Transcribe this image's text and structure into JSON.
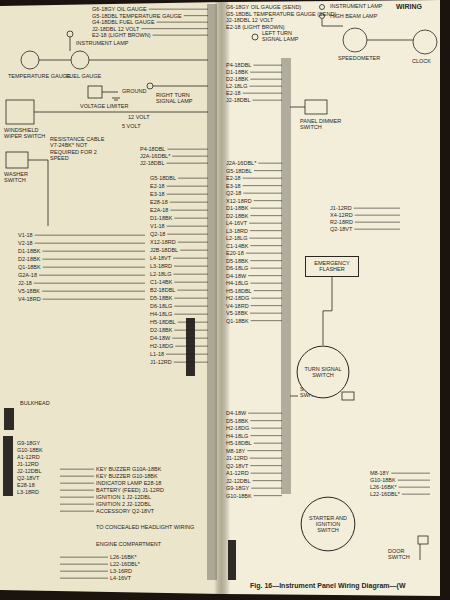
{
  "diagram": {
    "caption": "Fig. 16—Instrument Panel Wiring Diagram—(W",
    "nodes": [
      {
        "text": [
          "EMERGENCY FLASHER"
        ]
      },
      {
        "text": [
          "TURN SIGNAL SWITCH"
        ]
      },
      {
        "text": [
          "STARTER AND IGNITION SWITCH"
        ]
      }
    ],
    "edges": [
      {
        "from": 0,
        "to": 1,
        "arrow": "none"
      }
    ],
    "labels": [
      "G6-18GY OIL GAUGE",
      "G5-18DBL TEMPERATURE GAUGE",
      "G4-18DBL FUEL GAUGE",
      "J2-18DBL 12 VOLT",
      "E2-18 (LIGHT BROWN)",
      "INSTRUMENT LAMP",
      "TEMPERATURE GAUGE",
      "FUEL GAUGE",
      "VOLTAGE LIMITER",
      "GROUND",
      "12 VOLT",
      "5 VOLT",
      "RIGHT TURN SIGNAL LAMP",
      "WINDSHIELD WIPER SWITCH",
      "RESISTANCE CABLE V7-24BK* NOT REQUIRED FOR 2 SPEED",
      "WASHER SWITCH",
      "P4-18DBL",
      "J2A-16DBL*",
      "J2-18DBL",
      "G5-18DBL",
      "E2-18",
      "E3-18",
      "E28-18",
      "E2A-18",
      "D1-18BK",
      "V1-18",
      "Q2-18",
      "X12-18RD",
      "J2B-18DBL",
      "L4-18VT",
      "L3-18RD",
      "L2-18LG",
      "C1-14BK",
      "B2-18DBL",
      "D5-18BK",
      "D6-18LG",
      "H4-18LG",
      "H5-18DBL",
      "D2-18BK",
      "D4-18W",
      "H2-18DG",
      "L1-18",
      "J1-12RD",
      "V1-18",
      "V2-18",
      "D1-18BK",
      "D2-18BK",
      "Q1-18BK",
      "G2A-18",
      "J2-18",
      "V5-18BK",
      "V4-18RD",
      "BULKHEAD",
      "G9-18GY",
      "G10-18BK",
      "A1-12RD",
      "J1-12RD",
      "J2-12DBL",
      "Q2-18VT",
      "E28-18",
      "L3-18RD",
      "KEY BUZZER G10A-18BK",
      "KEY BUZZER G10-18BK",
      "INDICATOR LAMP E28-18",
      "BATTERY (FEED) J1-12RD",
      "IGNITION 1 J2-12DBL",
      "IGNITION 2 J2-12DBL",
      "ACCESSORY Q2-18VT",
      "TO CONCEALED HEADLIGHT WIRING",
      "ENGINE COMPARTMENT",
      "L26-16BK*",
      "L22-16DBL*",
      "L3-16RD",
      "L4-16VT",
      "G6-18GY OIL GAUGE (SEND)",
      "G5-18DBL TEMPERATURE GAUGE (SEND)",
      "J2-18DBL 12 VOLT",
      "E2-18 (LIGHT BROWN)",
      "INSTRUMENT LAMP",
      "HIGH BEAM LAMP",
      "WIRING",
      "LEFT TURN SIGNAL LAMP",
      "SPEEDOMETER",
      "CLOCK",
      "P4-18DBL",
      "D1-18BK",
      "D2-18BK",
      "L2-18LG",
      "E2-18",
      "J2-18DBL",
      "PANEL DIMMER SWITCH",
      "J2A-16DBL*",
      "G5-18DBL",
      "E2-18",
      "E3-18",
      "Q2-18",
      "X12-18RD",
      "D1-18BK",
      "D2-18BK",
      "L4-16VT",
      "L3-18RD",
      "L2-18LG",
      "C1-14BK",
      "E20-18",
      "D5-18BK",
      "D6-18LG",
      "D4-18W",
      "H4-18LG",
      "H5-18DBL",
      "H2-18DG",
      "V4-18RD",
      "V5-18BK",
      "Q1-18BK",
      "J1-12RD",
      "X4-12RD",
      "R2-18RD",
      "Q2-18VT",
      "STOP LAMP SWITCH",
      "D4-18W",
      "D5-18BK",
      "H2-18DG",
      "H4-18LG",
      "H5-18DBL",
      "M8-18Y",
      "J1-12RD",
      "Q2-18VT",
      "A1-12RD",
      "J2-12DBL",
      "G9-18GY",
      "G10-18BK",
      "DOOR SWITCH",
      "M8-18Y",
      "G10-18BK",
      "L26-16BK*",
      "L22-16DBL*"
    ]
  }
}
